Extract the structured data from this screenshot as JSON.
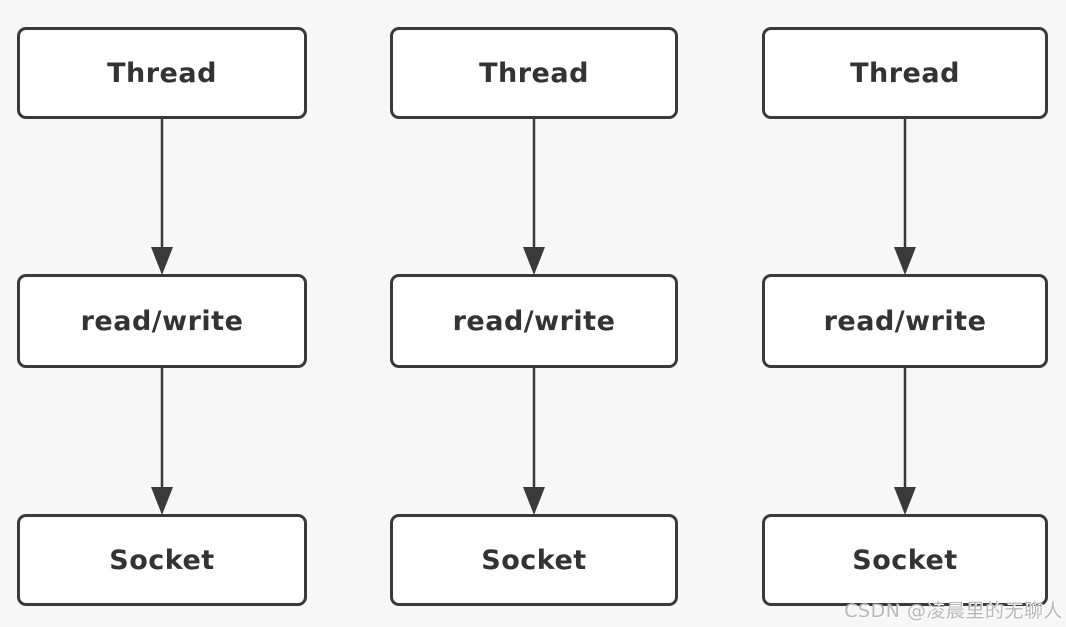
{
  "colors": {
    "background": "#f7f7f7",
    "box_fill": "#fefefe",
    "stroke": "#3a3a3a",
    "text": "#333333",
    "watermark": "#b9b9b9"
  },
  "diagram": {
    "columns": [
      {
        "name": "left",
        "nodes": [
          "Thread",
          "read/write",
          "Socket"
        ]
      },
      {
        "name": "middle",
        "nodes": [
          "Thread",
          "read/write",
          "Socket"
        ]
      },
      {
        "name": "right",
        "nodes": [
          "Thread",
          "read/write",
          "Socket"
        ]
      }
    ]
  },
  "watermark": {
    "text": "CSDN @凌晨里的无聊人"
  }
}
